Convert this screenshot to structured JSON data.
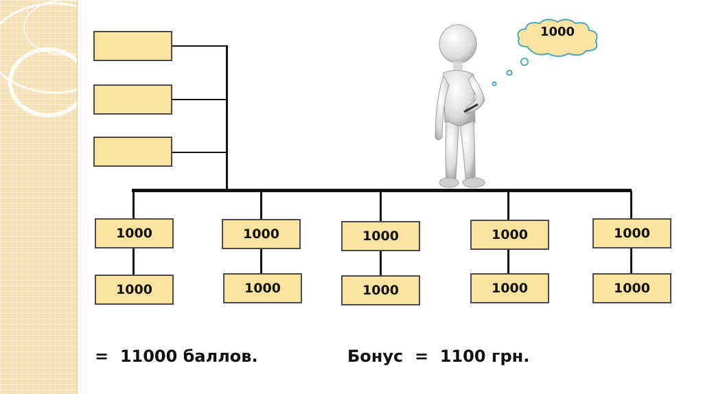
{
  "thought_bubble": {
    "text": "1000"
  },
  "left_boxes": [
    {
      "label": ""
    },
    {
      "label": ""
    },
    {
      "label": ""
    }
  ],
  "columns": [
    {
      "top": "1000",
      "bottom": "1000"
    },
    {
      "top": "1000",
      "bottom": "1000"
    },
    {
      "top": "1000",
      "bottom": "1000"
    },
    {
      "top": "1000",
      "bottom": "1000"
    },
    {
      "top": "1000",
      "bottom": "1000"
    }
  ],
  "result": {
    "points_text": "=  11000 баллов.",
    "bonus_text": "Бонус  =  1100 грн."
  },
  "colors": {
    "box_fill": "#fce4a0",
    "box_border": "#4a4a4a",
    "sidebar": "#f6e1b4"
  }
}
